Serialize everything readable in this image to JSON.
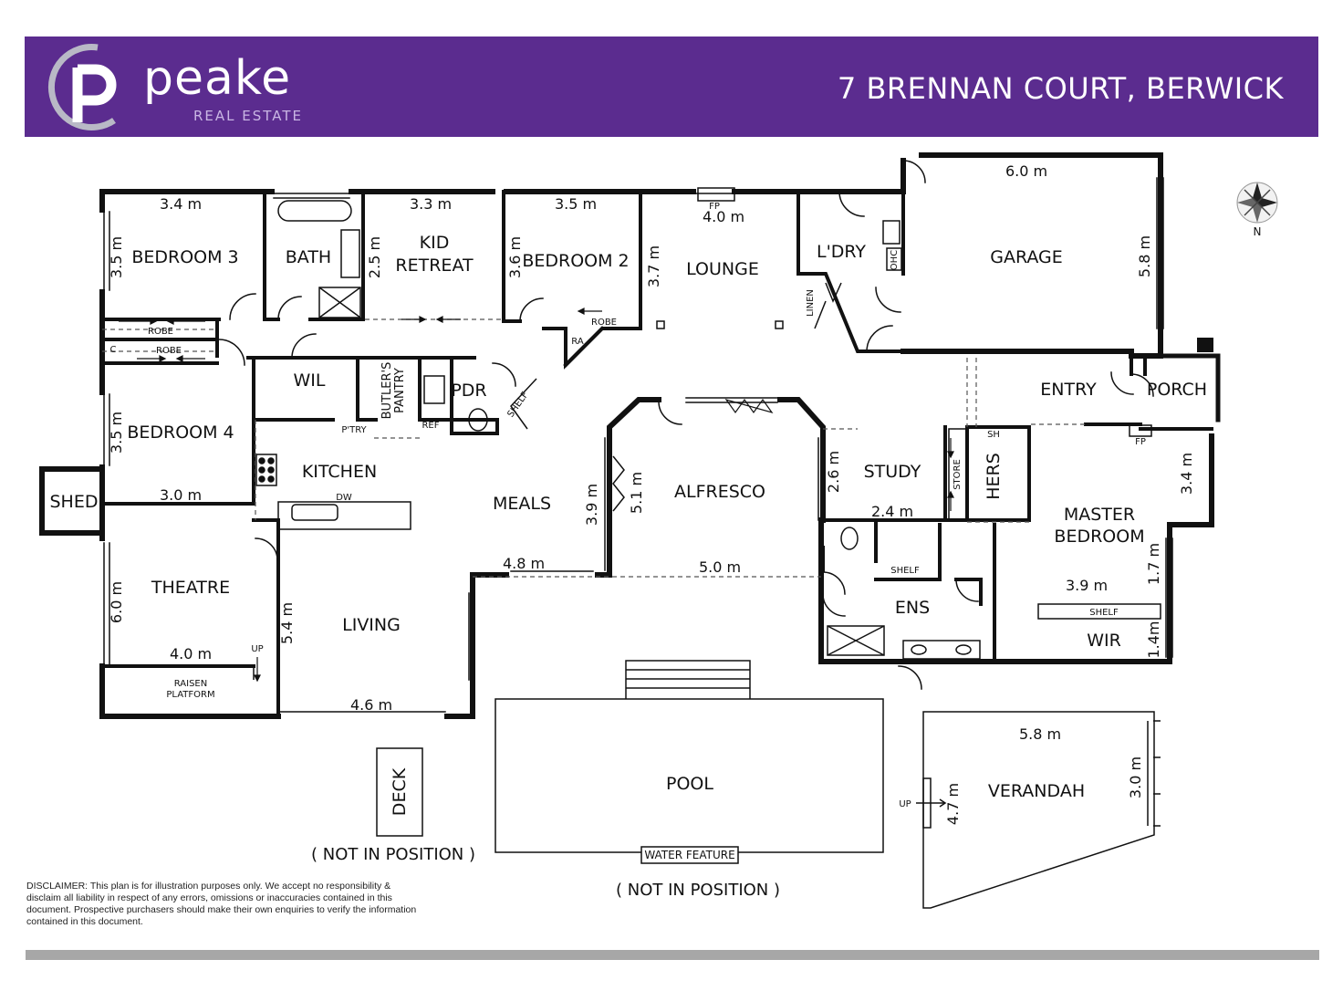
{
  "header": {
    "brand_name": "peake",
    "brand_sub": "REAL ESTATE",
    "address": "7 BRENNAN COURT, BERWICK",
    "banner_color": "#5b2c8f"
  },
  "rooms": {
    "bedroom3": "BEDROOM 3",
    "bath": "BATH",
    "kid_retreat_1": "KID",
    "kid_retreat_2": "RETREAT",
    "bedroom2": "BEDROOM 2",
    "lounge": "LOUNGE",
    "laundry": "L'DRY",
    "garage": "GARAGE",
    "wil": "WIL",
    "butlers_pantry_1": "BUTLER'S",
    "butlers_pantry_2": "PANTRY",
    "pdr": "PDR",
    "bedroom4": "BEDROOM 4",
    "kitchen": "KITCHEN",
    "meals": "MEALS",
    "alfresco": "ALFRESCO",
    "study": "STUDY",
    "hers": "HERS",
    "entry": "ENTRY",
    "porch": "PORCH",
    "master_1": "MASTER",
    "master_2": "BEDROOM",
    "shed": "SHED",
    "theatre": "THEATRE",
    "living": "LIVING",
    "ens": "ENS",
    "wir": "WIR",
    "pool": "POOL",
    "verandah": "VERANDAH",
    "deck": "DECK"
  },
  "dimensions": {
    "bed3_w": "3.4 m",
    "bed3_h": "3.5 m",
    "kid_w": "3.3 m",
    "kid_h": "2.5 m",
    "bed2_w": "3.5 m",
    "bed2_h": "3.6 m",
    "lounge_w": "4.0 m",
    "lounge_h": "3.7 m",
    "garage_w": "6.0 m",
    "garage_h": "5.8 m",
    "bed4_h": "3.5 m",
    "bed4_w": "3.0 m",
    "meals_h": "3.9 m",
    "alfresco_h": "5.1 m",
    "study_h": "2.6 m",
    "study_w": "2.4 m",
    "master_h": "3.4 m",
    "master_w": "3.9 m",
    "wir_h1": "1.7 m",
    "wir_h2": "1.4m",
    "meals_w": "4.8 m",
    "alfresco_w": "5.0 m",
    "theatre_h": "6.0 m",
    "theatre_w": "4.0 m",
    "living_h": "5.4 m",
    "living_w": "4.6 m",
    "verandah_w": "5.8 m",
    "verandah_h1": "3.0 m",
    "verandah_h2": "4.7 m"
  },
  "fixtures": {
    "robe": "ROBE",
    "c": "C",
    "ra": "RA",
    "linen": "LINEN",
    "ohc": "OHC",
    "fp": "FP",
    "shelf": "SHELF",
    "pantry": "P'TRY",
    "ref": "REF",
    "dw": "DW",
    "store": "STORE",
    "sh": "SH",
    "up": "UP",
    "raised_1": "RAISEN",
    "raised_2": "PLATFORM",
    "water_feature": "WATER FEATURE",
    "north": "N"
  },
  "notes": {
    "deck_not_in_position": "( NOT IN POSITION )",
    "pool_not_in_position": "( NOT IN POSITION )"
  },
  "disclaimer": "DISCLAIMER: This plan is for illustration purposes only. We accept no responsibility & disclaim all liability in respect of any errors, omissions or inaccuracies contained in this document. Prospective purchasers should make their own enquiries to verify the information contained in this document."
}
